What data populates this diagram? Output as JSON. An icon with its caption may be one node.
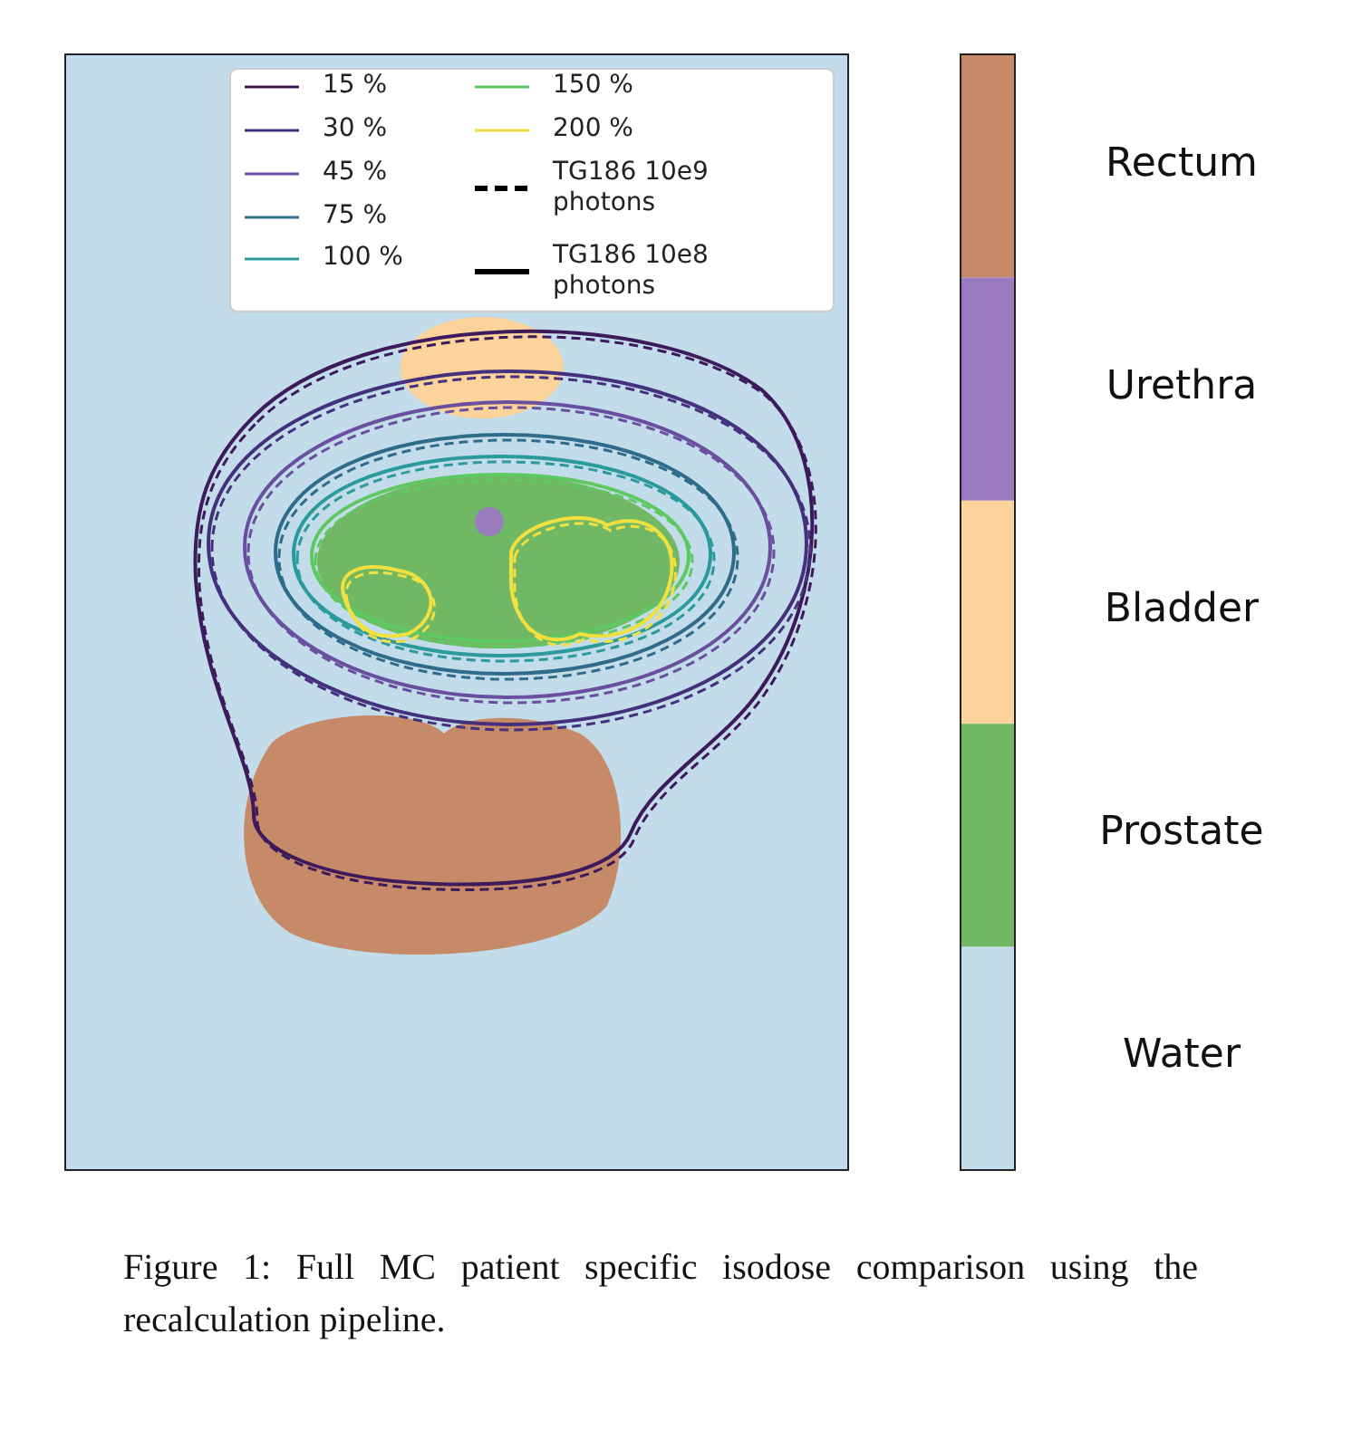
{
  "diagram": {
    "caption": "Figure 1: Full MC patient specific isodose comparison using the recalculation pipeline.",
    "legend": [
      {
        "text": "15 %"
      },
      {
        "text": "30 %"
      },
      {
        "text": "45 %"
      },
      {
        "text": "75 %"
      },
      {
        "text": "100 %"
      },
      {
        "text": "150 %"
      },
      {
        "text": "200 %"
      },
      {
        "text": "TG186 10e9 photons"
      },
      {
        "text": "TG186 10e8 photons"
      },
      {
        "text": "Rectum",
        "color": "#c68a68"
      },
      {
        "text": "Urethra",
        "color": "#9b7bbf"
      },
      {
        "text": "Bladder",
        "color": "#fdd39c"
      },
      {
        "text": "Prostate",
        "color": "#70b864"
      },
      {
        "text": "Water",
        "color": "#c3dcea"
      }
    ]
  }
}
